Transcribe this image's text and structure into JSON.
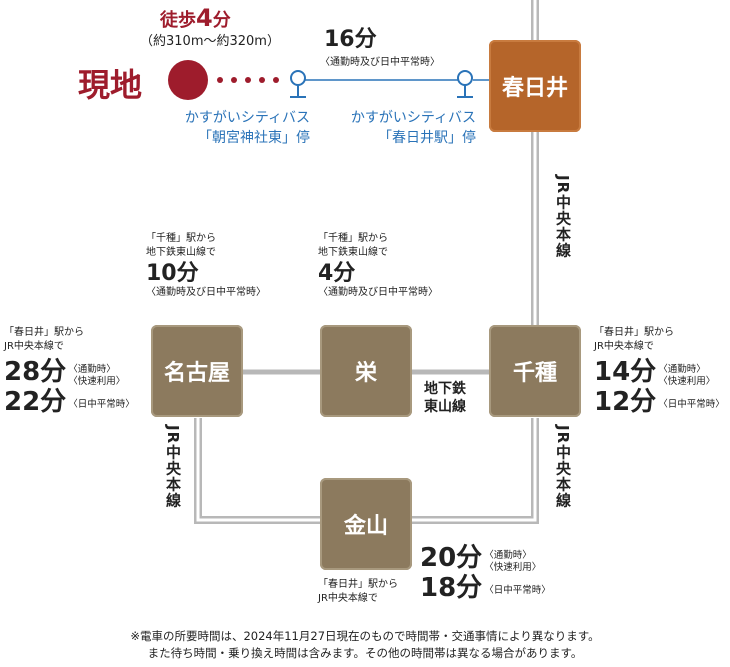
{
  "genchi": {
    "label": "現地",
    "walk_prefix": "徒歩",
    "walk_num": "4",
    "walk_unit": "分",
    "walk_distance": "（約310m〜約320m）"
  },
  "bus": {
    "minutes": "16分",
    "note": "〈通勤時及び日中平常時〉",
    "stop1_line1": "かすがいシティバス",
    "stop1_line2": "「朝宮神社東」停",
    "stop2_line1": "かすがいシティバス",
    "stop2_line2": "「春日井駅」停"
  },
  "stations": {
    "kasugai": "春日井",
    "chikusa": "千種",
    "sakae": "栄",
    "nagoya": "名古屋",
    "kanayama": "金山"
  },
  "lines": {
    "jr_chuo": "JR中央本線",
    "subway_label1": "地下鉄",
    "subway_label2": "東山線"
  },
  "sakae_info": {
    "line1": "「千種」駅から",
    "line2": "地下鉄東山線で",
    "minutes": "4分",
    "note": "〈通勤時及び日中平常時〉"
  },
  "nagoya_info": {
    "line1": "「千種」駅から",
    "line2": "地下鉄東山線で",
    "minutes": "10分",
    "note": "〈通勤時及び日中平常時〉"
  },
  "left_info": {
    "line1": "「春日井」駅から",
    "line2": "JR中央本線で",
    "t1": "28分",
    "t1_note_a": "〈通勤時〉",
    "t1_note_b": "〈快速利用〉",
    "t2": "22分",
    "t2_note": "〈日中平常時〉"
  },
  "right_info": {
    "line1": "「春日井」駅から",
    "line2": "JR中央本線で",
    "t1": "14分",
    "t1_note_a": "〈通勤時〉",
    "t1_note_b": "〈快速利用〉",
    "t2": "12分",
    "t2_note": "〈日中平常時〉"
  },
  "kanayama_info": {
    "line1": "「春日井」駅から",
    "line2": "JR中央本線で",
    "t1": "20分",
    "t1_note_a": "〈通勤時〉",
    "t1_note_b": "〈快速利用〉",
    "t2": "18分",
    "t2_note": "〈日中平常時〉"
  },
  "footnote": {
    "line1": "※電車の所要時間は、2024年11月27日現在のもので時間帯・交通事情により異なります。",
    "line2": "また待ち時間・乗り換え時間は含みます。その他の時間帯は異なる場合があります。"
  },
  "colors": {
    "station": "#8c7a5e",
    "destination": "#b5652a",
    "site": "#9e1c2c",
    "bus": "#2a73b8",
    "track": "#b8b8b8"
  }
}
